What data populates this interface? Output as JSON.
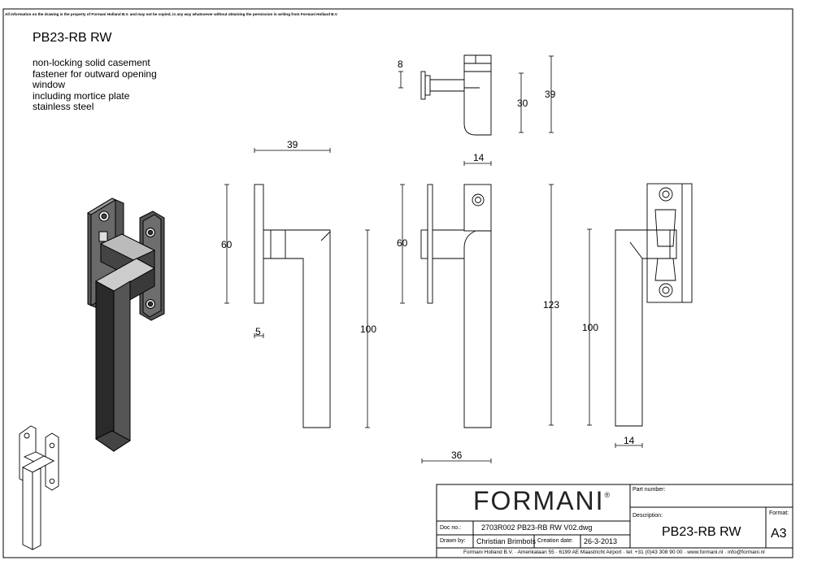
{
  "disclaimer": "All information on the drawing is the property of Formani Holland B.V. and may not be copied, in any way whatsoever without obtaining the permission in writing from Formani Holland B.V",
  "product": {
    "code": "PB23-RB RW",
    "description_lines": [
      "non-locking solid casement",
      "fastener for outward opening",
      "window",
      "including mortice plate",
      "stainless steel"
    ]
  },
  "dimensions": {
    "top_width": "8",
    "top_height_a": "30",
    "top_height_b": "39",
    "side_width": "39",
    "side_plate_height": "60",
    "side_plate_depth": "5",
    "side_handle_length": "100",
    "front_plate_width": "14",
    "front_plate_height": "60",
    "front_total_height": "123",
    "front_body_width": "36",
    "back_handle_length": "100",
    "back_width": "14"
  },
  "title_block": {
    "brand": "FORMANI",
    "brand_mark": "®",
    "part_number_label": "Part number:",
    "description_label": "Description:",
    "description_value": "PB23-RB RW",
    "format_label": "Format:",
    "format_value": "A3",
    "doc_no_label": "Doc no.:",
    "doc_no_value": "2703R002 PB23-RB RW V02.dwg",
    "drawn_by_label": "Drawn by:",
    "drawn_by_value": "Christian Brimbols",
    "creation_date_label": "Creation date:",
    "creation_date_value": "26-3-2013",
    "footer": "Formani Holland B.V. · Amerikalaan 55 · 6199 AE Maastricht Airport · tel: +31 (0)43 308 90 00 · www.formani.nl · info@formani.nl"
  }
}
